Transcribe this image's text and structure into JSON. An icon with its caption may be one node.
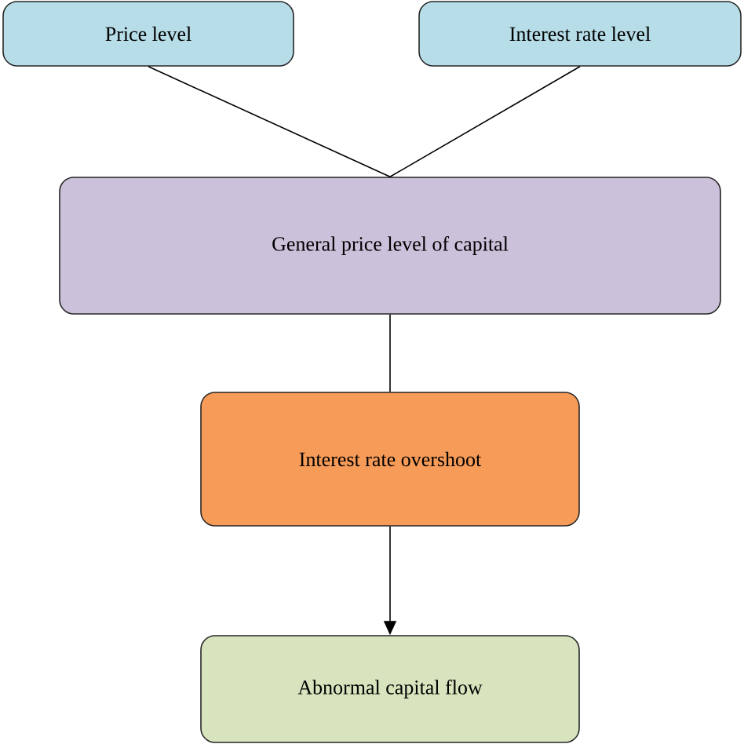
{
  "diagram": {
    "nodes": [
      {
        "text": [
          "Price level"
        ]
      },
      {
        "text": [
          "Interest rate level"
        ]
      },
      {
        "text": [
          "General price level of capital"
        ]
      },
      {
        "text": [
          "Interest rate overshoot"
        ]
      },
      {
        "text": [
          "Abnormal capital flow"
        ]
      }
    ],
    "edges": [
      {
        "from": 0,
        "to": 2,
        "arrow": "none"
      },
      {
        "from": 1,
        "to": 2,
        "arrow": "none"
      },
      {
        "from": 2,
        "to": 3,
        "arrow": "none"
      },
      {
        "from": 3,
        "to": 4,
        "arrow": "to"
      }
    ]
  }
}
